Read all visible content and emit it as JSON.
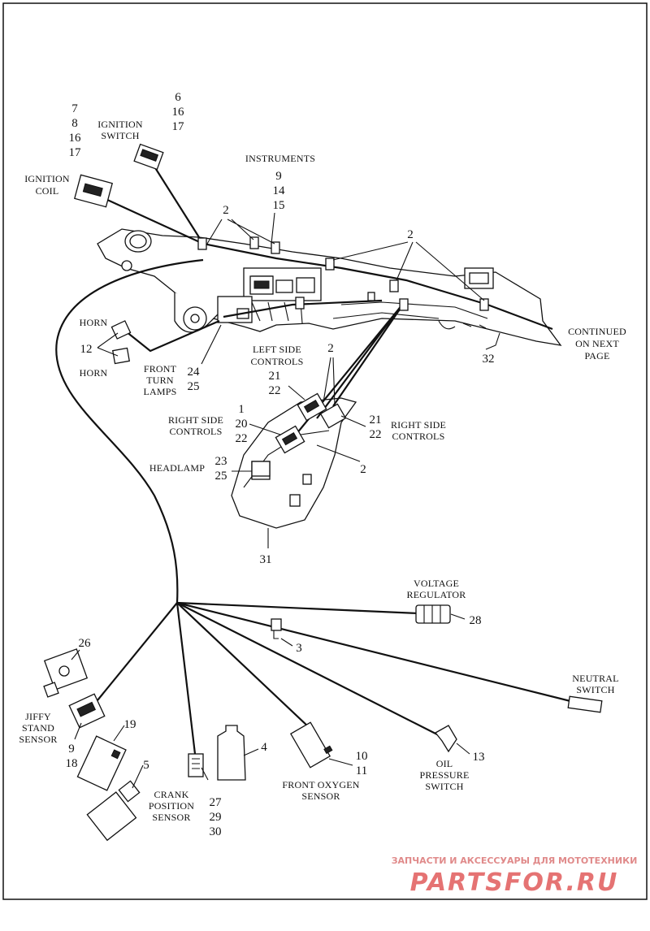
{
  "labels": {
    "ignition_coil": [
      "IGNITION",
      "COIL"
    ],
    "ignition_coil_refs": [
      "7",
      "8",
      "16",
      "17"
    ],
    "ignition_switch": [
      "IGNITION",
      "SWITCH"
    ],
    "ignition_switch_refs": [
      "6",
      "16",
      "17"
    ],
    "instruments": "INSTRUMENTS",
    "instruments_refs": [
      "9",
      "14",
      "15"
    ],
    "callout_2_top_left": "2",
    "callout_2_top_right": "2",
    "continued": [
      "CONTINUED",
      "ON NEXT",
      "PAGE"
    ],
    "callout_32": "32",
    "horn_top": "HORN",
    "horn_bottom": "HORN",
    "horn_ref": "12",
    "front_turn_lamps": [
      "FRONT",
      "TURN",
      "LAMPS"
    ],
    "front_turn_lamps_refs": [
      "24",
      "25"
    ],
    "left_side_controls": [
      "LEFT SIDE",
      "CONTROLS"
    ],
    "left_side_controls_refs": [
      "21",
      "22"
    ],
    "callout_2_mid": "2",
    "right_side_controls_left": [
      "RIGHT SIDE",
      "CONTROLS"
    ],
    "right_side_controls_left_refs": [
      "1",
      "20",
      "22"
    ],
    "right_side_controls_right": [
      "RIGHT SIDE",
      "CONTROLS"
    ],
    "right_side_controls_right_refs": [
      "21",
      "22"
    ],
    "callout_2_lower": "2",
    "headlamp": "HEADLAMP",
    "headlamp_refs": [
      "23",
      "25"
    ],
    "callout_31": "31",
    "voltage_regulator": [
      "VOLTAGE",
      "REGULATOR"
    ],
    "voltage_regulator_ref": "28",
    "callout_3": "3",
    "callout_26": "26",
    "neutral_switch": [
      "NEUTRAL",
      "SWITCH"
    ],
    "jiffy_stand_sensor": [
      "JIFFY",
      "STAND",
      "SENSOR"
    ],
    "jiffy_refs": [
      "9",
      "18"
    ],
    "callout_19": "19",
    "callout_4": "4",
    "callout_5": "5",
    "callout_13": "13",
    "oil_pressure_switch": [
      "OIL",
      "PRESSURE",
      "SWITCH"
    ],
    "front_oxygen_sensor": [
      "FRONT OXYGEN",
      "SENSOR"
    ],
    "front_oxygen_refs": [
      "10",
      "11"
    ],
    "crank_position_sensor": [
      "CRANK",
      "POSITION",
      "SENSOR"
    ],
    "crank_refs": [
      "27",
      "29",
      "30"
    ]
  },
  "watermark": {
    "tagline": "ЗАПЧАСТИ И АКСЕССУАРЫ ДЛЯ МОТОТЕХНИКИ",
    "brand": "PARTSFOR.RU"
  }
}
